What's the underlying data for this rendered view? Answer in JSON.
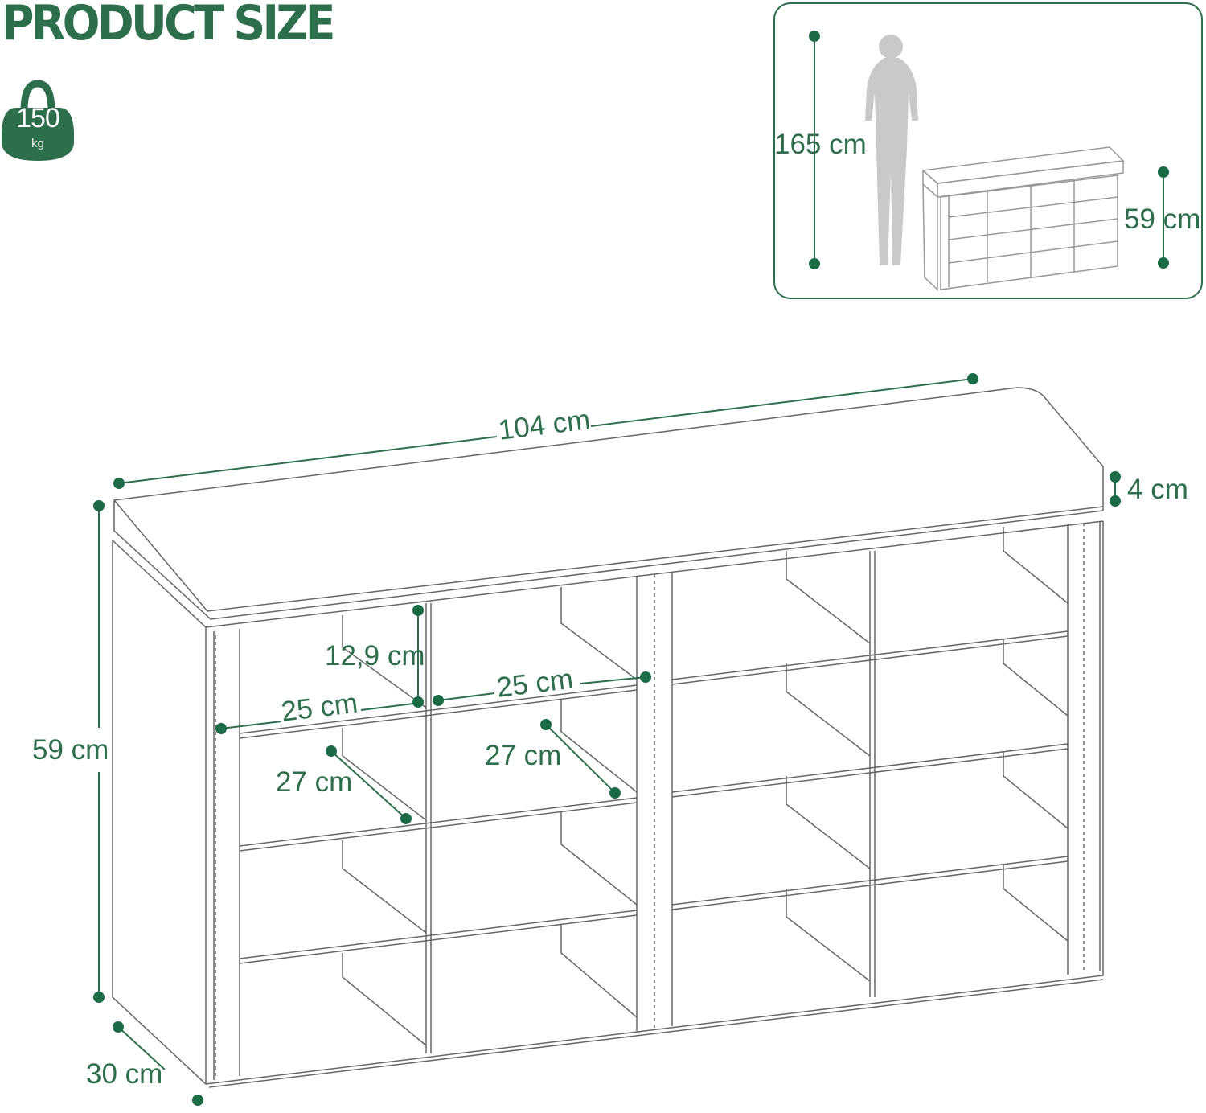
{
  "title": "PRODUCT SIZE",
  "load": {
    "value": "150",
    "unit": "kg"
  },
  "dimensions": {
    "width": "104 cm",
    "seat_thickness": "4 cm",
    "height": "59 cm",
    "depth": "30 cm",
    "compartment_height": "12,9 cm",
    "compartment_width_left": "25 cm",
    "compartment_width_right": "25 cm",
    "compartment_depth_left": "27 cm",
    "compartment_depth_right": "27 cm"
  },
  "scale_reference": {
    "person_height": "165 cm",
    "bench_height": "59 cm"
  },
  "colors": {
    "accent": "#2d6e4c",
    "marker": "#1b6b47",
    "line": "#666666"
  }
}
